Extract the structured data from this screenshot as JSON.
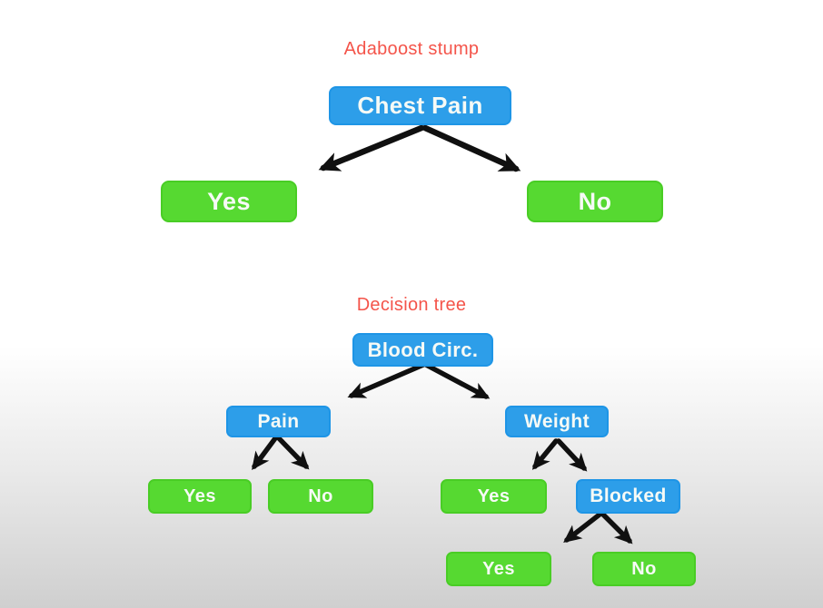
{
  "colors": {
    "node_blue": "#2d9ee9",
    "node_green": "#56d931",
    "title_red": "#f4544a",
    "arrow_black": "#101010",
    "node_text": "#f6faf6",
    "background_top": "#ffffff",
    "background_bottom": "#cfcfcf"
  },
  "stump": {
    "title": "Adaboost stump",
    "nodes": {
      "root": "Chest Pain",
      "yes": "Yes",
      "no": "No"
    }
  },
  "tree": {
    "title": "Decision tree",
    "nodes": {
      "root": "Blood Circ.",
      "pain": "Pain",
      "weight": "Weight",
      "pain_yes": "Yes",
      "pain_no": "No",
      "weight_yes": "Yes",
      "blocked": "Blocked",
      "blocked_yes": "Yes",
      "blocked_no": "No"
    }
  }
}
